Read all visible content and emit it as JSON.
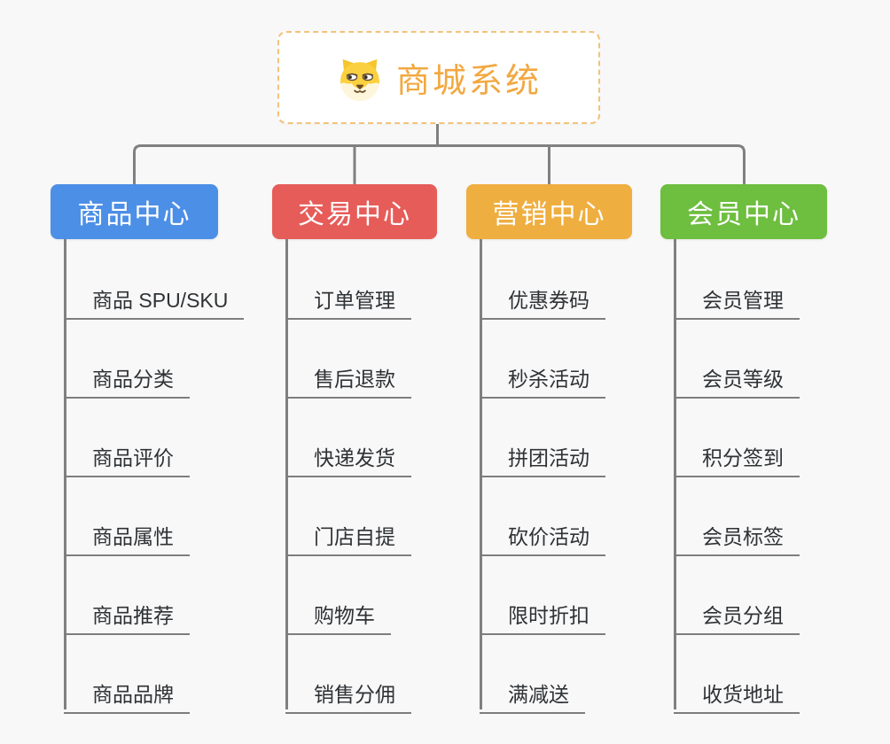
{
  "root": {
    "title": "商城系统",
    "icon": "dog-face",
    "title_color": "#F2A841",
    "border_color": "#F2C27B"
  },
  "connector_color": "#808080",
  "item_text_color": "#2F3235",
  "background_color": "#F8F8F8",
  "branches": [
    {
      "label": "商品中心",
      "color": "#4C8FE6",
      "items": [
        "商品 SPU/SKU",
        "商品分类",
        "商品评价",
        "商品属性",
        "商品推荐",
        "商品品牌"
      ]
    },
    {
      "label": "交易中心",
      "color": "#E65C59",
      "items": [
        "订单管理",
        "售后退款",
        "快递发货",
        "门店自提",
        "购物车",
        "销售分佣"
      ]
    },
    {
      "label": "营销中心",
      "color": "#EFAE40",
      "items": [
        "优惠券码",
        "秒杀活动",
        "拼团活动",
        "砍价活动",
        "限时折扣",
        "满减送"
      ]
    },
    {
      "label": "会员中心",
      "color": "#6EBE3F",
      "items": [
        "会员管理",
        "会员等级",
        "积分签到",
        "会员标签",
        "会员分组",
        "收货地址"
      ]
    }
  ]
}
